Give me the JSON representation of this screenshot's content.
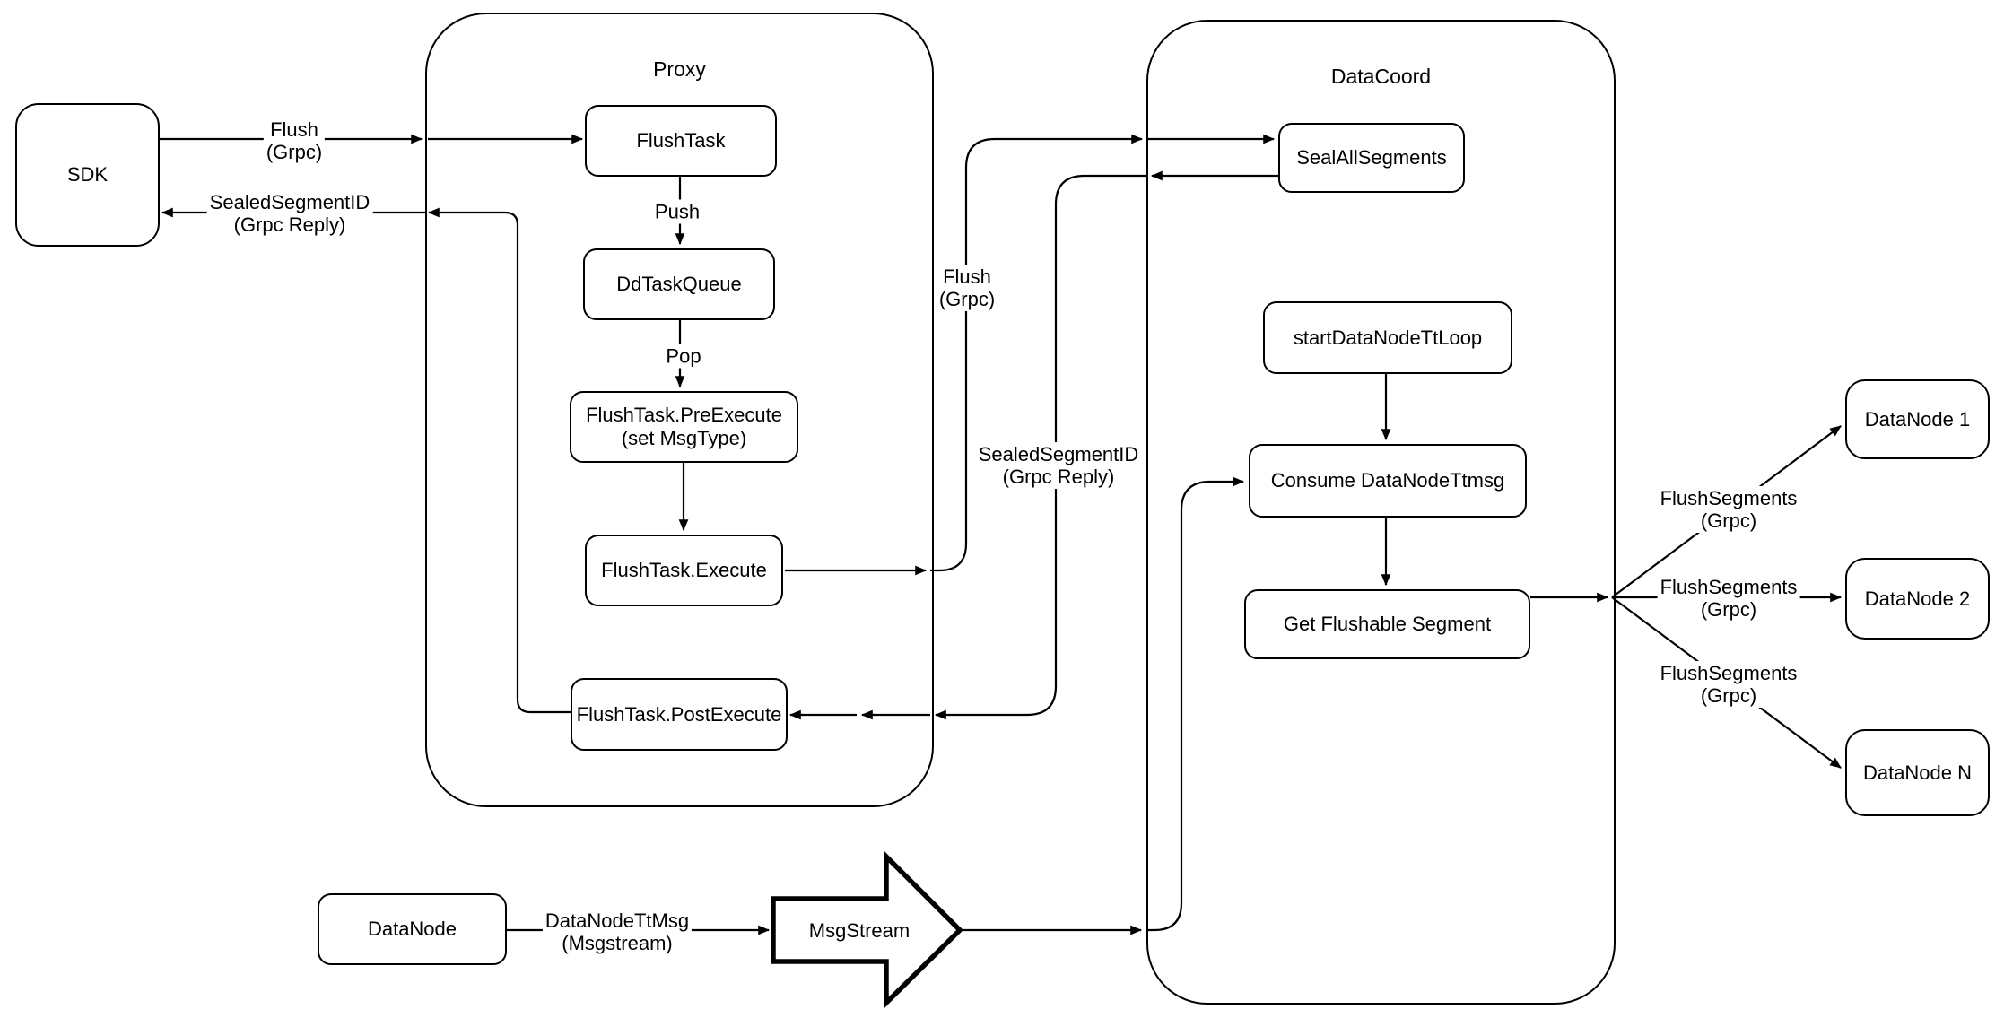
{
  "diagram": {
    "colors": {
      "line": "#000000",
      "box_fill": "#ffffff"
    },
    "containers": {
      "proxy": {
        "title": "Proxy"
      },
      "datacoord": {
        "title": "DataCoord"
      }
    },
    "nodes": {
      "sdk": {
        "label": "SDK"
      },
      "flush_task": {
        "label": "FlushTask"
      },
      "dd_task_queue": {
        "label": "DdTaskQueue"
      },
      "pre_execute": {
        "line1": "FlushTask.PreExecute",
        "line2": "(set MsgType)"
      },
      "execute": {
        "label": "FlushTask.Execute"
      },
      "post_execute": {
        "label": "FlushTask.PostExecute"
      },
      "seal_all_segments": {
        "label": "SealAllSegments"
      },
      "start_datanode_tt_loop": {
        "label": "startDataNodeTtLoop"
      },
      "consume_datanode_ttmsg": {
        "label": "Consume DataNodeTtmsg"
      },
      "get_flushable_segment": {
        "label": "Get Flushable Segment"
      },
      "datanode_1": {
        "label": "DataNode 1"
      },
      "datanode_2": {
        "label": "DataNode 2"
      },
      "datanode_n": {
        "label": "DataNode N"
      },
      "datanode_bottom": {
        "label": "DataNode"
      },
      "msgstream": {
        "label": "MsgStream"
      }
    },
    "edge_labels": {
      "flush_grpc_sdk": {
        "line1": "Flush",
        "line2": "(Grpc)"
      },
      "sealed_segment_id_sdk": {
        "line1": "SealedSegmentID",
        "line2": "(Grpc Reply)"
      },
      "push": "Push",
      "pop": "Pop",
      "flush_grpc_dc": {
        "line1": "Flush",
        "line2": "(Grpc)"
      },
      "sealed_segment_id_dc": {
        "line1": "SealedSegmentID",
        "line2": "(Grpc Reply)"
      },
      "flush_segments_1": {
        "line1": "FlushSegments",
        "line2": "(Grpc)"
      },
      "flush_segments_2": {
        "line1": "FlushSegments",
        "line2": "(Grpc)"
      },
      "flush_segments_3": {
        "line1": "FlushSegments",
        "line2": "(Grpc)"
      },
      "datanode_tt_msg": {
        "line1": "DataNodeTtMsg",
        "line2": "(Msgstream)"
      }
    }
  }
}
